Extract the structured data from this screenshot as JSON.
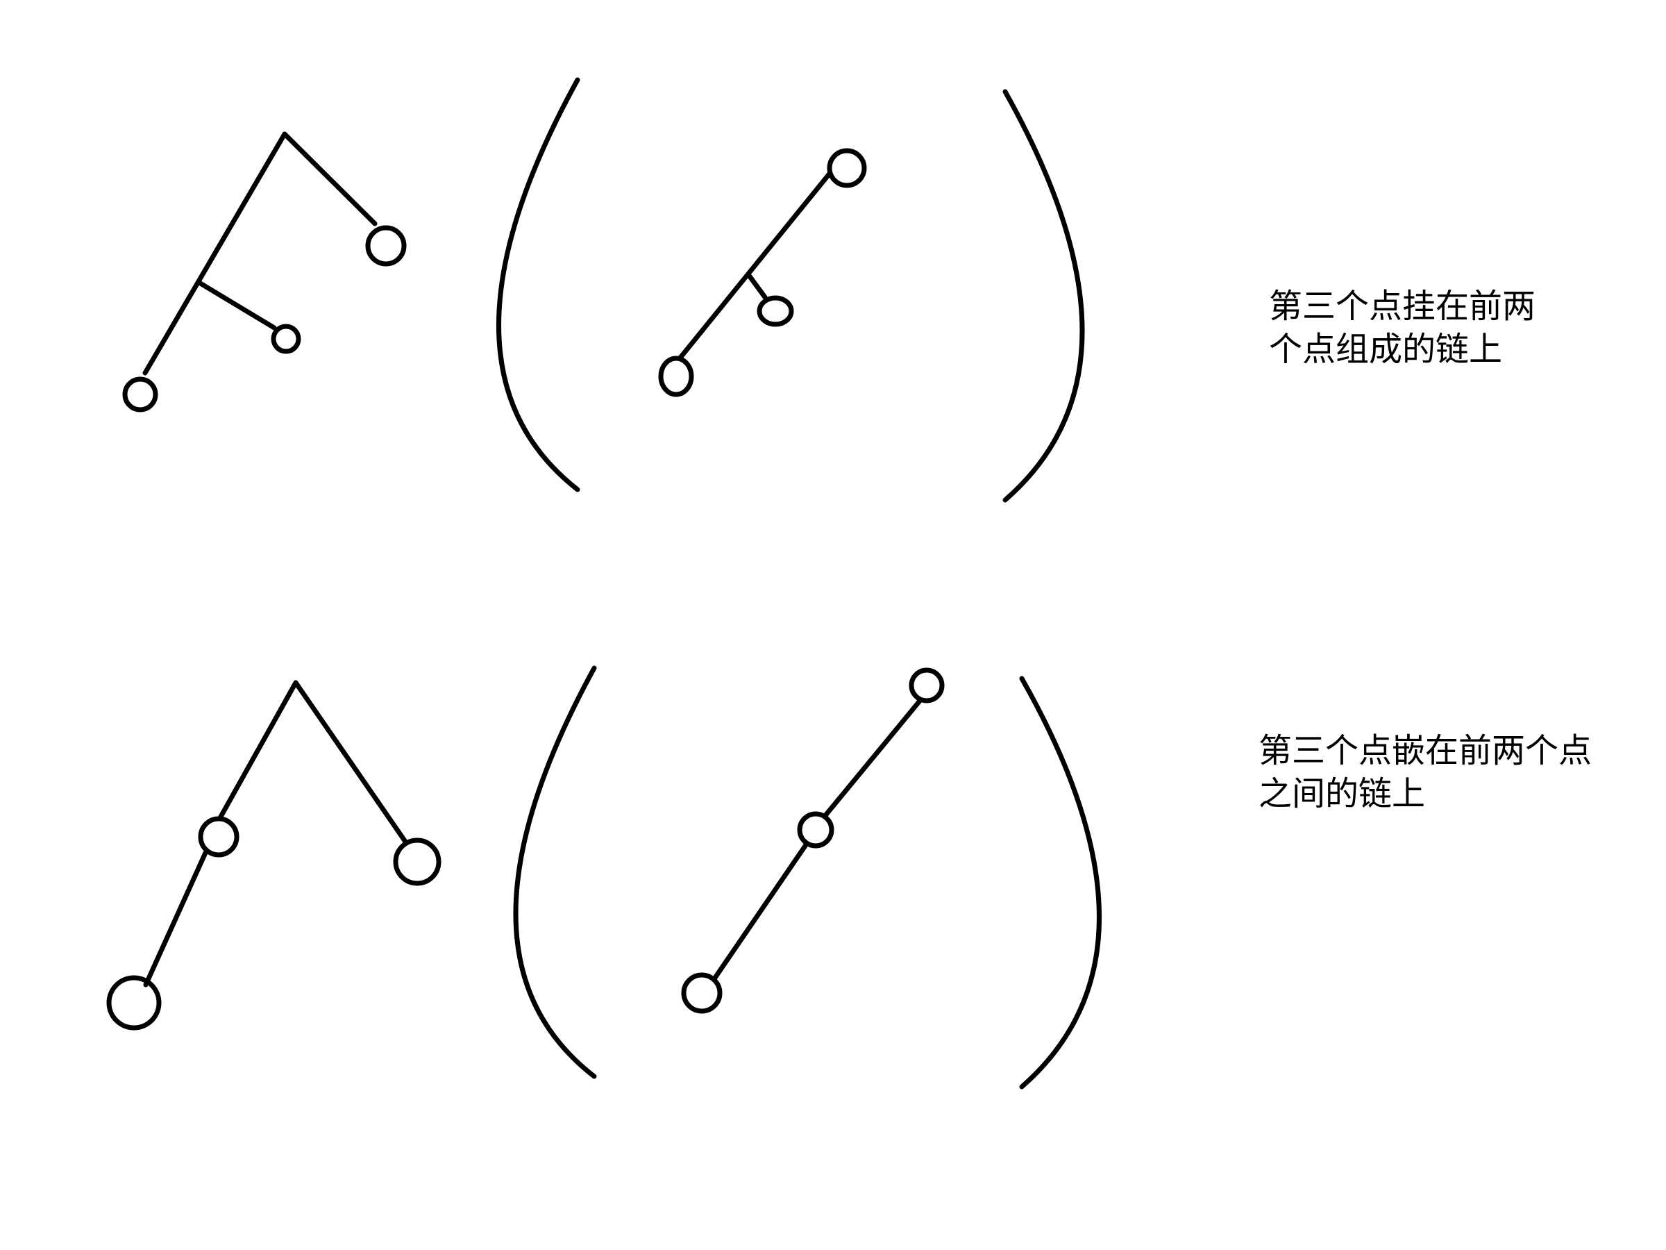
{
  "captions": {
    "top": {
      "line1": "第三个点挂在前两",
      "line2": "个点组成的链上"
    },
    "bottom": {
      "line1": "第三个点嵌在前两个点",
      "line2": "之间的链上"
    }
  },
  "colors": {
    "background": "#ffffff",
    "ink": "#000000"
  }
}
